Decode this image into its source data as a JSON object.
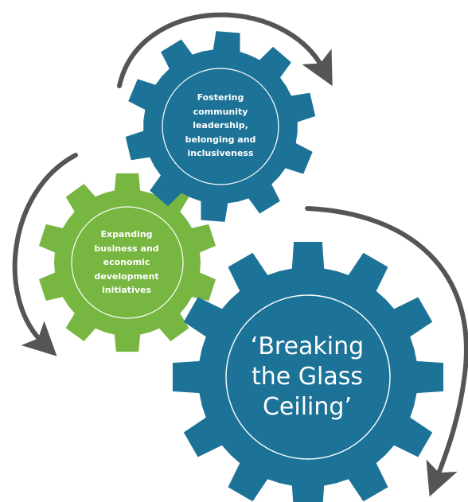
{
  "diagram": {
    "colors": {
      "blue_gear": "#1C7397",
      "green_gear": "#77B640",
      "arrow": "#555555",
      "text": "#FFFFFF"
    },
    "gears": {
      "top": {
        "lines": [
          "Fostering",
          "community",
          "leadership,",
          "belonging and",
          "inclusiveness"
        ]
      },
      "left": {
        "lines": [
          "Expanding",
          "business and",
          "economic",
          "development",
          "initiatives"
        ]
      },
      "main": {
        "lines": [
          "‘Breaking",
          "the Glass",
          "Ceiling’"
        ]
      }
    },
    "arrows": [
      "arrow-top",
      "arrow-left",
      "arrow-right"
    ]
  }
}
